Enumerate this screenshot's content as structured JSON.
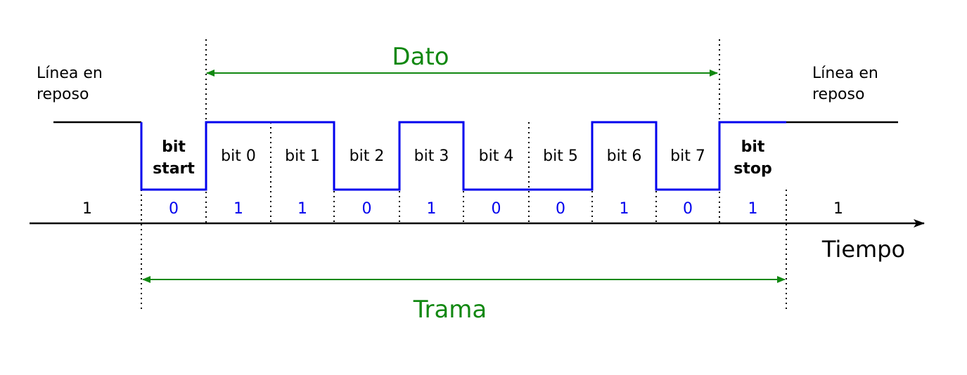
{
  "labels": {
    "dato": "Dato",
    "trama": "Trama",
    "tiempo": "Tiempo",
    "idle_left_line1": "Línea en",
    "idle_left_line2": "reposo",
    "idle_right_line1": "Línea en",
    "idle_right_line2": "reposo"
  },
  "bits": [
    {
      "label": [
        "bit",
        "start"
      ],
      "bold": true,
      "value": "0"
    },
    {
      "label": [
        "bit 0"
      ],
      "bold": false,
      "value": "1"
    },
    {
      "label": [
        "bit 1"
      ],
      "bold": false,
      "value": "1"
    },
    {
      "label": [
        "bit 2"
      ],
      "bold": false,
      "value": "0"
    },
    {
      "label": [
        "bit 3"
      ],
      "bold": false,
      "value": "1"
    },
    {
      "label": [
        "bit 4"
      ],
      "bold": false,
      "value": "0"
    },
    {
      "label": [
        "bit 5"
      ],
      "bold": false,
      "value": "0"
    },
    {
      "label": [
        "bit 6"
      ],
      "bold": false,
      "value": "1"
    },
    {
      "label": [
        "bit 7"
      ],
      "bold": false,
      "value": "0"
    },
    {
      "label": [
        "bit",
        "stop"
      ],
      "bold": true,
      "value": "1"
    }
  ],
  "idle_value_left": "1",
  "idle_value_right": "1",
  "colors": {
    "signal": "#0000ee",
    "arrows": "#118811",
    "axis": "#000000"
  }
}
